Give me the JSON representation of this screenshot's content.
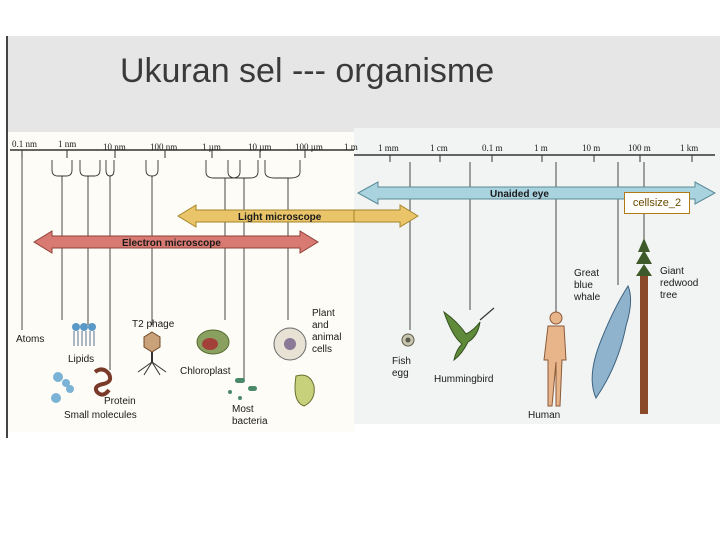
{
  "title": "Ukuran sel --- organisme",
  "sticker": "cellsize_2",
  "scale_left": [
    "0.1 nm",
    "1 nm",
    "10 nm",
    "100 nm",
    "1 µm",
    "10 µm",
    "100 µm",
    "1 m"
  ],
  "scale_right": [
    "1 mm",
    "1 cm",
    "0.1 m",
    "1 m",
    "10 m",
    "100 m",
    "1 km"
  ],
  "bars": {
    "unaided_eye": "Unaided eye",
    "light_microscope": "Light microscope",
    "electron_microscope": "Electron microscope"
  },
  "labels": {
    "atoms": "Atoms",
    "lipids": "Lipids",
    "t2_phage": "T2 phage",
    "plant_cells_1": "Plant",
    "plant_cells_2": "and",
    "plant_cells_3": "animal",
    "plant_cells_4": "cells",
    "chloroplast": "Chloroplast",
    "protein": "Protein",
    "small_molecules": "Small molecules",
    "most_bacteria_1": "Most",
    "most_bacteria_2": "bacteria",
    "fish_egg_1": "Fish",
    "fish_egg_2": "egg",
    "hummingbird": "Hummingbird",
    "human": "Human",
    "whale_1": "Great",
    "whale_2": "blue",
    "whale_3": "whale",
    "redwood_1": "Giant",
    "redwood_2": "redwood",
    "redwood_3": "tree"
  },
  "colors": {
    "unaided_eye": "#a9d3de",
    "light_microscope": "#e9c468",
    "electron_microscope": "#d97a72"
  }
}
